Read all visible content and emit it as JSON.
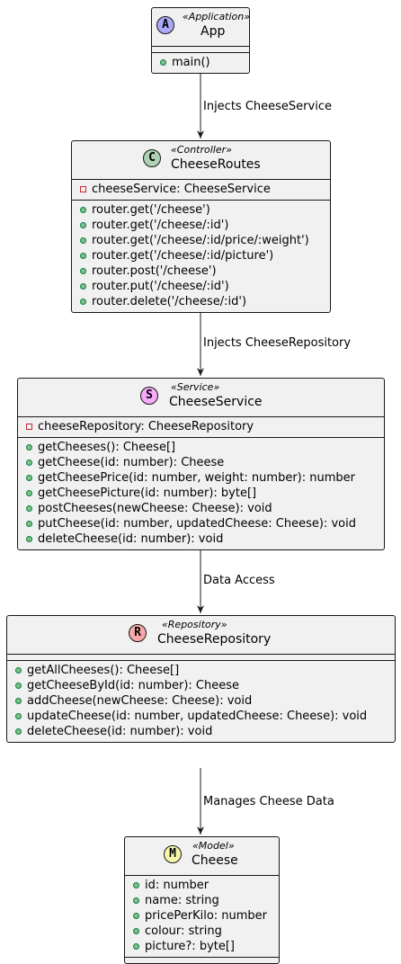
{
  "classes": {
    "app": {
      "badge": "A",
      "badge_color": "#a9a9f7",
      "stereotype": "«Application»",
      "name": "App",
      "fields": [],
      "methods": [
        {
          "vis": "public",
          "text": "main()"
        }
      ]
    },
    "cheese_routes": {
      "badge": "C",
      "badge_color": "#add1b2",
      "stereotype": "«Controller»",
      "name": "CheeseRoutes",
      "fields": [
        {
          "vis": "private",
          "text": "cheeseService: CheeseService"
        }
      ],
      "methods": [
        {
          "vis": "public",
          "text": "router.get('/cheese')"
        },
        {
          "vis": "public",
          "text": "router.get('/cheese/:id')"
        },
        {
          "vis": "public",
          "text": "router.get('/cheese/:id/price/:weight')"
        },
        {
          "vis": "public",
          "text": "router.get('/cheese/:id/picture')"
        },
        {
          "vis": "public",
          "text": "router.post('/cheese')"
        },
        {
          "vis": "public",
          "text": "router.put('/cheese/:id')"
        },
        {
          "vis": "public",
          "text": "router.delete('/cheese/:id')"
        }
      ]
    },
    "cheese_service": {
      "badge": "S",
      "badge_color": "#f7a9f7",
      "stereotype": "«Service»",
      "name": "CheeseService",
      "fields": [
        {
          "vis": "private",
          "text": "cheeseRepository: CheeseRepository"
        }
      ],
      "methods": [
        {
          "vis": "public",
          "text": "getCheeses(): Cheese[]"
        },
        {
          "vis": "public",
          "text": "getCheese(id: number): Cheese"
        },
        {
          "vis": "public",
          "text": "getCheesePrice(id: number, weight: number): number"
        },
        {
          "vis": "public",
          "text": "getCheesePicture(id: number): byte[]"
        },
        {
          "vis": "public",
          "text": "postCheeses(newCheese: Cheese): void"
        },
        {
          "vis": "public",
          "text": "putCheese(id: number, updatedCheese: Cheese): void"
        },
        {
          "vis": "public",
          "text": "deleteCheese(id: number): void"
        }
      ]
    },
    "cheese_repository": {
      "badge": "R",
      "badge_color": "#f7a9a9",
      "stereotype": "«Repository»",
      "name": "CheeseRepository",
      "fields": [],
      "methods": [
        {
          "vis": "public",
          "text": "getAllCheeses(): Cheese[]"
        },
        {
          "vis": "public",
          "text": "getCheeseById(id: number): Cheese"
        },
        {
          "vis": "public",
          "text": "addCheese(newCheese: Cheese): void"
        },
        {
          "vis": "public",
          "text": "updateCheese(id: number, updatedCheese: Cheese): void"
        },
        {
          "vis": "public",
          "text": "deleteCheese(id: number): void"
        }
      ]
    },
    "cheese": {
      "badge": "M",
      "badge_color": "#f7f7a9",
      "stereotype": "«Model»",
      "name": "Cheese",
      "fields": [
        {
          "vis": "public",
          "text": "id: number"
        },
        {
          "vis": "public",
          "text": "name: string"
        },
        {
          "vis": "public",
          "text": "pricePerKilo: number"
        },
        {
          "vis": "public",
          "text": "colour: string"
        },
        {
          "vis": "public",
          "text": "picture?: byte[]"
        }
      ],
      "methods": []
    }
  },
  "edges": {
    "app_to_routes": "Injects CheeseService",
    "routes_to_service": "Injects CheeseRepository",
    "service_to_repository": "Data Access",
    "repository_to_cheese": "Manages Cheese Data"
  }
}
